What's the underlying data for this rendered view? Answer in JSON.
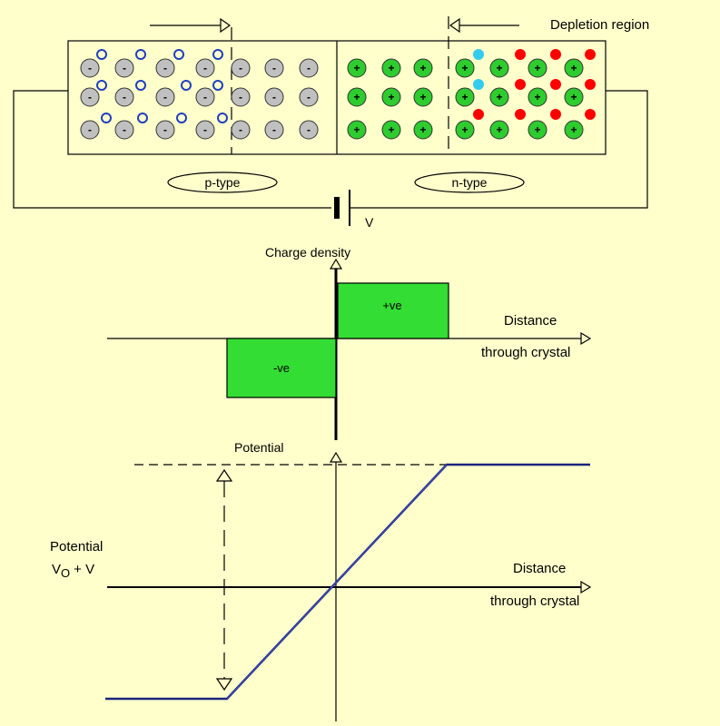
{
  "colors": {
    "background": "#ffffcc",
    "acceptor_ion": "#c0c0c0",
    "donor_ion": "#2ecc2e",
    "hole": "#1f3fbf",
    "electron": "#ff0000",
    "electron_alt": "#33ccee",
    "charge_box": "#33dd33",
    "potential_curve": "#1a237e"
  },
  "top": {
    "depletion_label": "Depletion region",
    "p_type_label": "p-type",
    "n_type_label": "n-type",
    "battery_label": "V",
    "acceptor_sign": "-",
    "donor_sign": "+"
  },
  "charge_plot": {
    "y_title": "Charge density",
    "x_title_1": "Distance",
    "x_title_2": "through crystal",
    "pos_label": "+ve",
    "neg_label": "-ve"
  },
  "potential_plot": {
    "y_title": "Potential",
    "x_title_1": "Distance",
    "x_title_2": "through crystal",
    "side_label_1": "Potential",
    "side_label_v0": "V",
    "side_label_sub": "O",
    "side_label_rest": "+ V"
  }
}
